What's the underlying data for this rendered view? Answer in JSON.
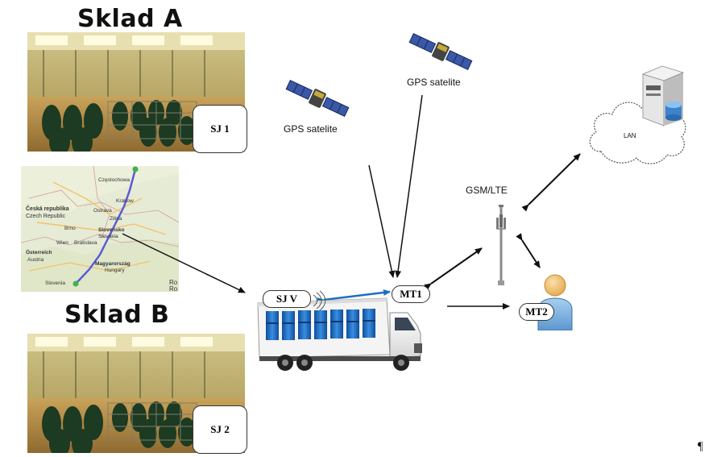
{
  "warehouse_a": {
    "title": "Sklad A",
    "unit": "SJ 1"
  },
  "warehouse_b": {
    "title": "Sklad B",
    "unit": "SJ 2"
  },
  "satellite_1": {
    "label": "GPS satelite",
    "icon": "satellite-icon"
  },
  "satellite_2": {
    "label": "GPS satelite",
    "icon": "satellite-icon"
  },
  "tower": {
    "label": "GSM/LTE",
    "icon": "cell-tower-icon"
  },
  "network": {
    "label": "LAN",
    "icon": "server-icon"
  },
  "truck": {
    "unit": "SJ V",
    "terminal": "MT1",
    "icon": "truck-icon"
  },
  "person": {
    "terminal": "MT2",
    "icon": "user-icon"
  },
  "map": {
    "icon": "route-map",
    "labels": [
      "Česká republika",
      "Czech Republic",
      "Slovensko",
      "Slovakia",
      "Österreich",
      "Austria",
      "Magyarország",
      "Hungary",
      "Slovenia",
      "Krakow",
      "Brno",
      "Ostrava",
      "Bratislava",
      "Wien",
      "Zilina",
      "Ro",
      "Ro",
      "Częstochowa"
    ]
  },
  "pilcrow": "¶",
  "colors": {
    "link_arrow": "#1f6fbf",
    "arrow": "#111111",
    "barrel": "#1a6fd0",
    "route": "#5a5ad8"
  }
}
